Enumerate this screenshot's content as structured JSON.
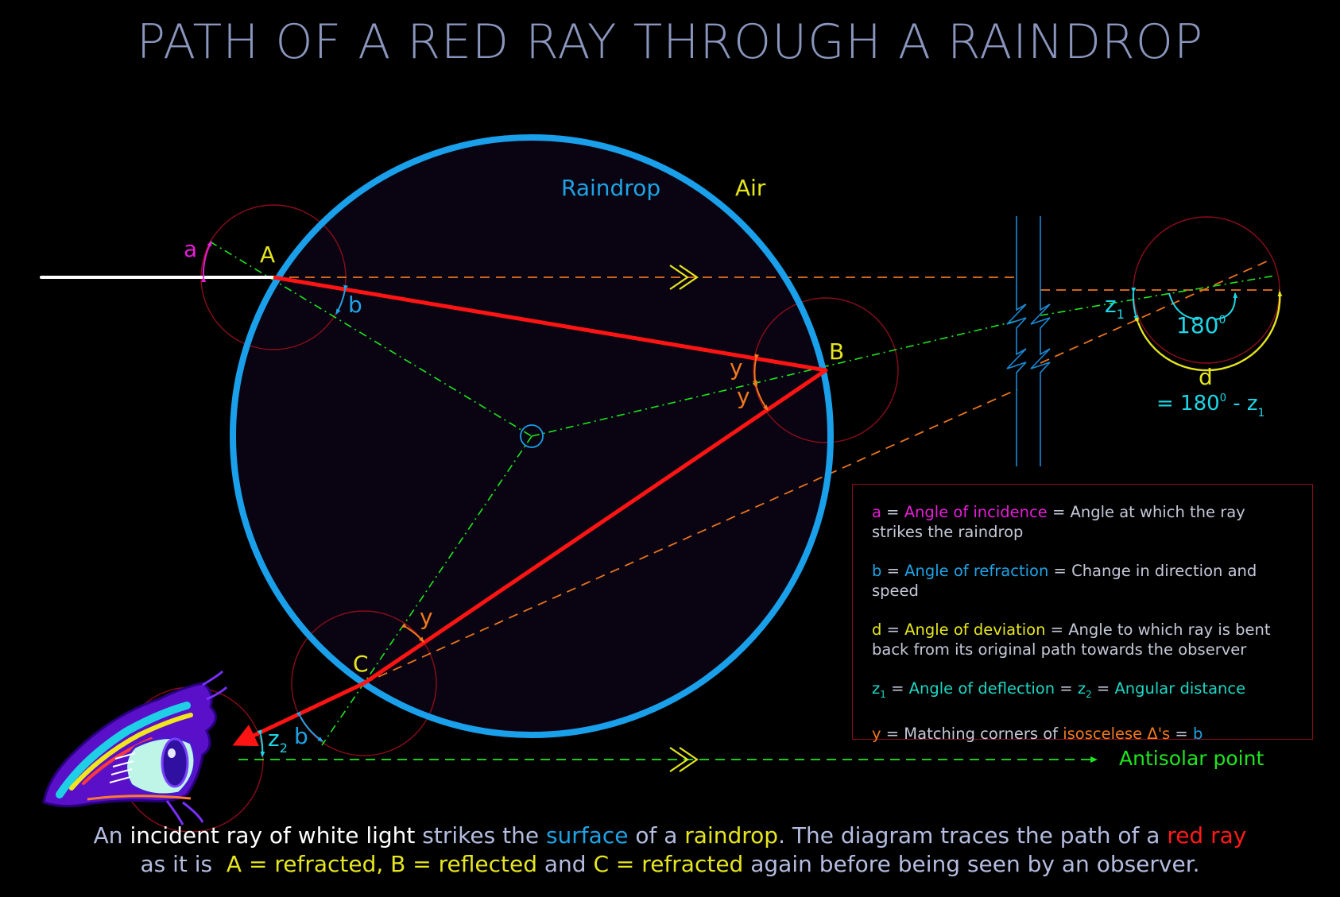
{
  "title": "PATH OF A RED RAY THROUGH A RAINDROP",
  "labels": {
    "raindrop": "Raindrop",
    "air": "Air",
    "point_a": "A",
    "point_b": "B",
    "point_c": "C",
    "angle_a": "a",
    "angle_b_top": "b",
    "angle_b_bottom": "b",
    "angle_y1": "y",
    "angle_y2": "y",
    "angle_y3": "y",
    "angle_z1": "z",
    "angle_z1_sub": "1",
    "angle_z2": "z",
    "angle_z2_sub": "2",
    "angle_180": "180",
    "angle_180_sup": "0",
    "angle_d": "d",
    "d_formula_prefix": "= 180",
    "d_formula_sup": "0",
    "d_formula_suffix": " - z",
    "d_formula_sub": "1",
    "antisolar_point": "Antisolar point"
  },
  "legend": [
    {
      "symbol": "a",
      "eq1": " = ",
      "term": "Angle of incidence",
      "eq2": " = ",
      "desc": "Angle at which the ray strikes the raindrop"
    },
    {
      "symbol": "b",
      "eq1": " = ",
      "term": "Angle of refraction",
      "eq2": " = ",
      "desc": "Change in direction and speed"
    },
    {
      "symbol": "d",
      "eq1": " = ",
      "term": "Angle of deviation",
      "eq2": " = ",
      "desc": "Angle to which ray is bent back from its original path towards the observer"
    },
    {
      "symbol": "z",
      "symbol_sub": "1",
      "eq1": " = ",
      "term": "Angle of deflection",
      "eq2": " = ",
      "symbol2": "z",
      "symbol2_sub": "2",
      "eq3": " =  ",
      "desc": "Angular distance"
    },
    {
      "symbol": "y",
      "eq1": " = ",
      "pre": "Matching corners of ",
      "term": "isoscelese Δ's",
      "eq2": " = ",
      "desc": "b"
    }
  ],
  "caption": {
    "line1": [
      {
        "text": "An ",
        "color": "#b4bce0"
      },
      {
        "text": "incident ray of white light",
        "color": "#ffffff"
      },
      {
        "text": " strikes the ",
        "color": "#b4bce0"
      },
      {
        "text": "surface",
        "color": "#1ea3e6"
      },
      {
        "text": " of a ",
        "color": "#b4bce0"
      },
      {
        "text": "raindrop",
        "color": "#e6e61e"
      },
      {
        "text": ". The diagram traces the path of a ",
        "color": "#b4bce0"
      },
      {
        "text": "red ray",
        "color": "#ff1a1a"
      }
    ],
    "line2": [
      {
        "text": "as it is  ",
        "color": "#b4bce0"
      },
      {
        "text": "A = refracted, B = reflected",
        "color": "#e6e61e"
      },
      {
        "text": " and ",
        "color": "#b4bce0"
      },
      {
        "text": "C = refracted",
        "color": "#e6e61e"
      },
      {
        "text": " again before being seen by an observer.",
        "color": "#b4bce0"
      }
    ]
  },
  "colors": {
    "background": "#000000",
    "title": "#8a96bd",
    "raindrop_outline": "#1aa0ea",
    "raindrop_fill": "#0a0412",
    "red_ray": "#ff1414",
    "white_ray": "#ffffff",
    "normal_lines": "#1ee61e",
    "reference_dashed": "#e8741e",
    "angle_circles": "#8b0d1a",
    "break_lines": "#1a8ad6"
  },
  "icons": {
    "observer": "eye-icon"
  }
}
